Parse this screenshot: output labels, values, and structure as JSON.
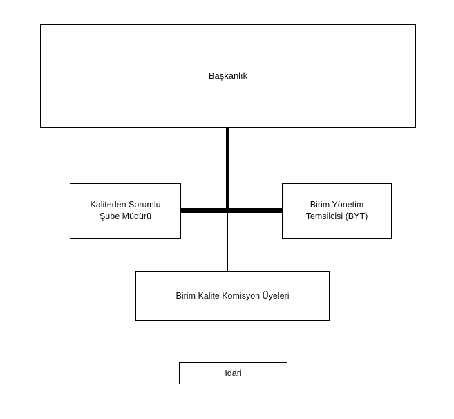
{
  "diagram": {
    "type": "organizational-chart",
    "language": "tr",
    "background_color": "#ffffff",
    "line_color": "#000000",
    "text_color": "#0d0d0d",
    "nodes": [
      {
        "id": "baskanlik",
        "label": "Başkanlık",
        "level": 1
      },
      {
        "id": "kaliteden-sorumlu-sube-muduru",
        "label": "Kaliteden Sorumlu\nŞube Müdürü",
        "level": 2
      },
      {
        "id": "birim-yonetim-temsilcisi",
        "label": "Birim Yönetim\nTemsilcisi (BYT)",
        "level": 2
      },
      {
        "id": "birim-kalite-komisyon-uyeleri",
        "label": "Birim Kalite Komisyon Üyeleri",
        "level": 3
      },
      {
        "id": "idari",
        "label": "Idari",
        "level": 4
      }
    ]
  }
}
